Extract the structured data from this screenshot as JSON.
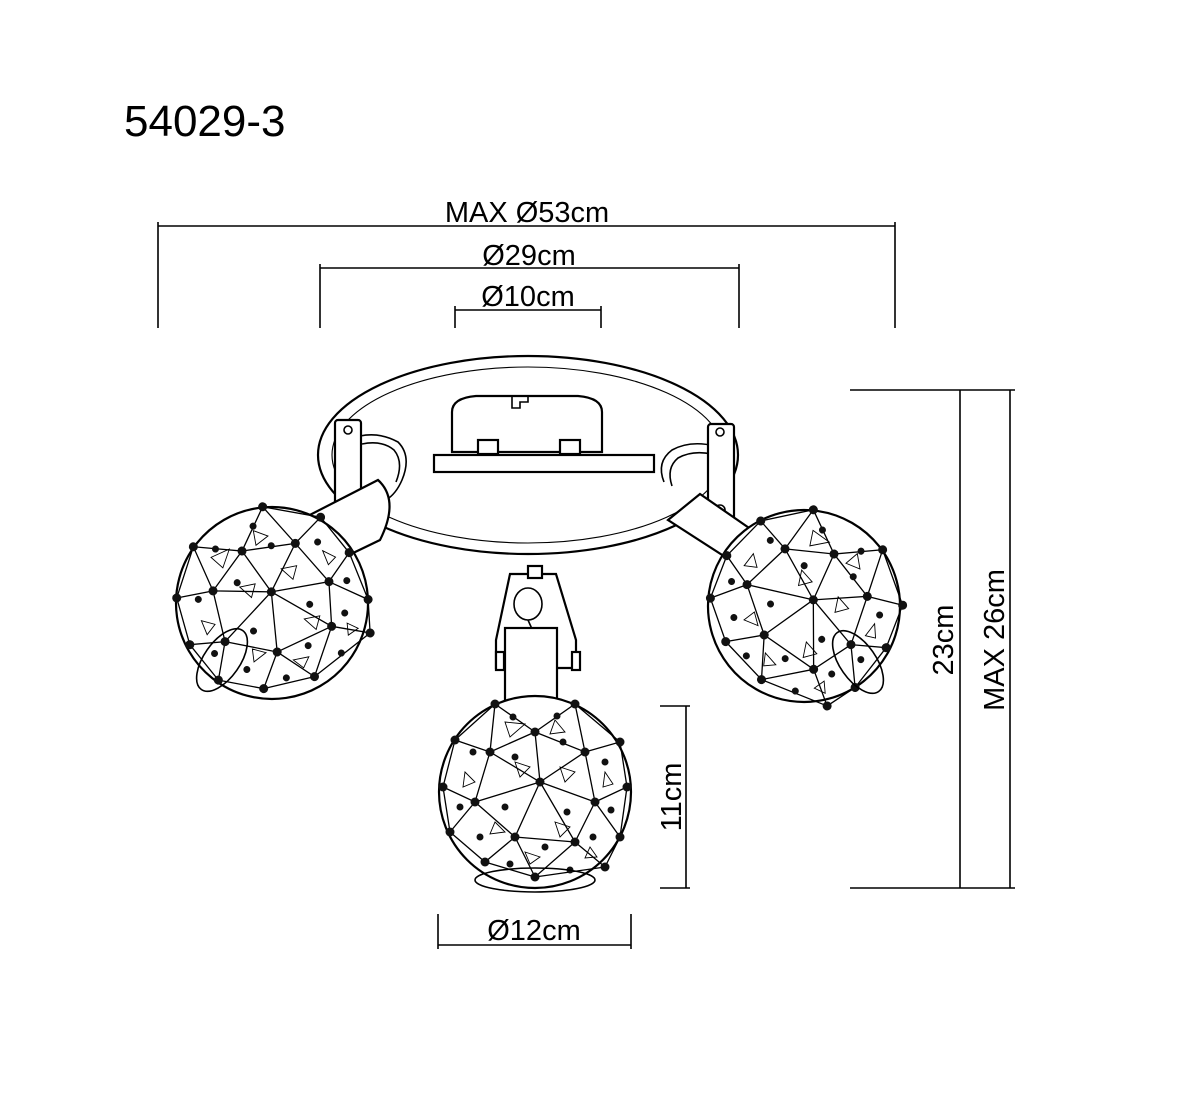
{
  "model_number": "54029-3",
  "dimensions": {
    "max_diameter": "MAX Ø53cm",
    "base_plate_diameter": "Ø29cm",
    "canopy_diameter": "Ø10cm",
    "height": "23cm",
    "max_height": "MAX 26cm",
    "shade_height": "11cm",
    "shade_diameter": "Ø12cm"
  }
}
